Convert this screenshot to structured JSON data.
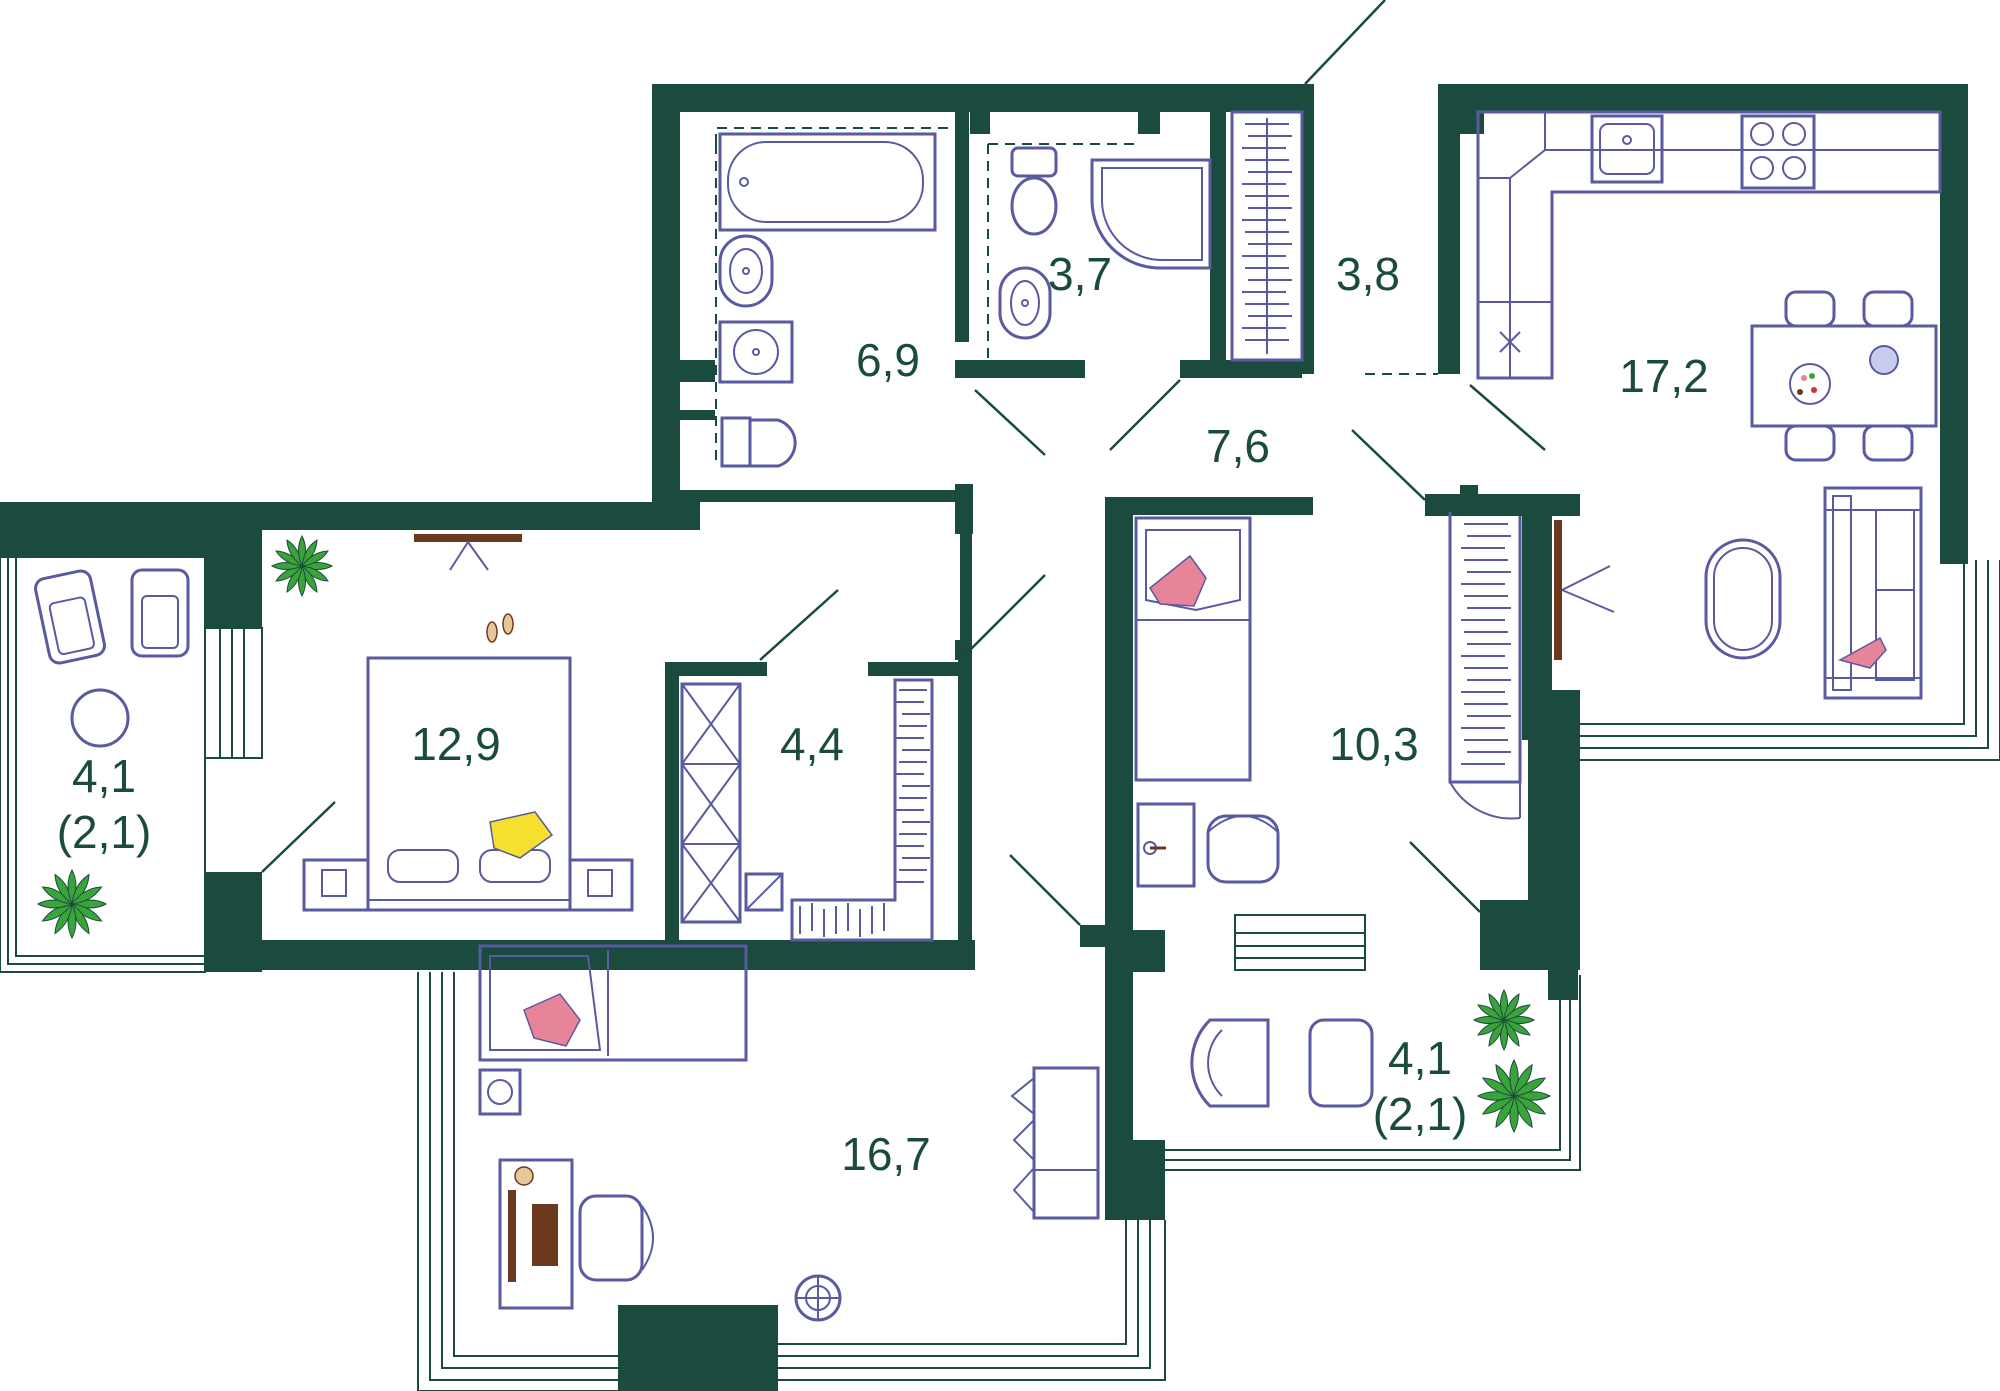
{
  "colors": {
    "wall": "#1b4a3f",
    "furniture": "#5a5aa0",
    "plant": "#3aa43a",
    "pillow_pink": "#e8849a",
    "pillow_yellow": "#f5e030",
    "wood": "#6b3a1e",
    "background": "#ffffff"
  },
  "rooms": [
    {
      "id": "bathroom",
      "area": "6,9"
    },
    {
      "id": "toilet",
      "area": "3,7"
    },
    {
      "id": "hall-closet",
      "area": "3,8"
    },
    {
      "id": "kitchen-living",
      "area": "17,2"
    },
    {
      "id": "corridor",
      "area": "7,6"
    },
    {
      "id": "bedroom",
      "area": "12,9"
    },
    {
      "id": "wardrobe",
      "area": "4,4"
    },
    {
      "id": "bedroom-2",
      "area": "10,3"
    },
    {
      "id": "bedroom-3",
      "area": "16,7"
    }
  ],
  "balconies": [
    {
      "id": "balcony-left",
      "area": "4,1",
      "reduced_area": "(2,1)"
    },
    {
      "id": "balcony-right",
      "area": "4,1",
      "reduced_area": "(2,1)"
    }
  ],
  "icons": [
    "bathtub-icon",
    "sink-icon",
    "toilet-icon",
    "shower-icon",
    "stove-icon",
    "dining-table-icon",
    "sofa-icon",
    "bed-icon",
    "armchair-icon",
    "plant-icon",
    "wardrobe-icon",
    "desk-icon",
    "chair-icon"
  ]
}
